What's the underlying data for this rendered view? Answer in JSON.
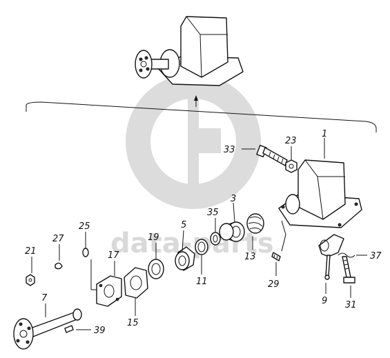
{
  "watermark": {
    "text": "data-parts"
  },
  "labels": {
    "p1": "1",
    "p3": "3",
    "p5": "5",
    "p7": "7",
    "p9": "9",
    "p11": "11",
    "p13": "13",
    "p15": "15",
    "p17": "17",
    "p19": "19",
    "p21": "21",
    "p23": "23",
    "p25": "25",
    "p27": "27",
    "p29": "29",
    "p31": "31",
    "p33": "33",
    "p35": "35",
    "p37": "37",
    "p39": "39"
  }
}
